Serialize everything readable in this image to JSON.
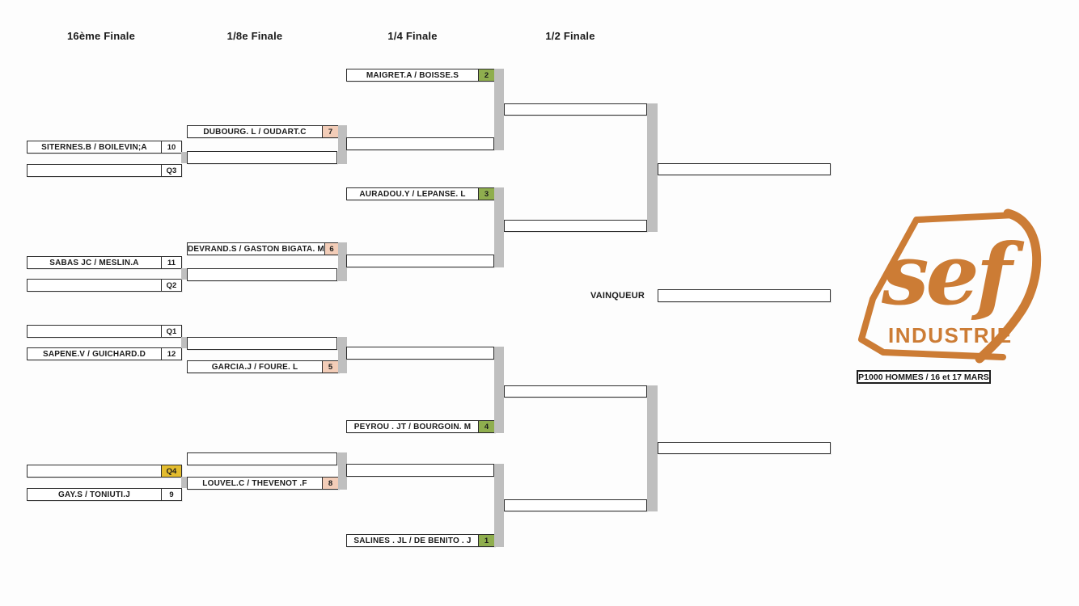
{
  "headers": [
    "16ème Finale",
    "1/8e Finale",
    "1/4 Finale",
    "1/2 Finale"
  ],
  "round16": {
    "boxes": [
      {
        "team": "SITERNES.B / BOILEVIN;A",
        "seed": "10",
        "tone": "plain"
      },
      {
        "team": "",
        "seed": "Q3",
        "tone": "plain"
      },
      {
        "team": "SABAS JC / MESLIN.A",
        "seed": "11",
        "tone": "plain"
      },
      {
        "team": "",
        "seed": "Q2",
        "tone": "plain"
      },
      {
        "team": "",
        "seed": "Q1",
        "tone": "plain"
      },
      {
        "team": "SAPENE.V / GUICHARD.D",
        "seed": "12",
        "tone": "plain"
      },
      {
        "team": "",
        "seed": "Q4",
        "tone": "gold"
      },
      {
        "team": "GAY.S / TONIUTI.J",
        "seed": "9",
        "tone": "plain"
      }
    ]
  },
  "round8": {
    "boxes": [
      {
        "team": "DUBOURG. L / OUDART.C",
        "seed": "7",
        "tone": "salmon"
      },
      {
        "team": ""
      },
      {
        "team": "DEVRAND.S / GASTON BIGATA. M",
        "seed": "6",
        "tone": "salmon"
      },
      {
        "team": ""
      },
      {
        "team": ""
      },
      {
        "team": "GARCIA.J / FOURE. L",
        "seed": "5",
        "tone": "salmon"
      },
      {
        "team": ""
      },
      {
        "team": "LOUVEL.C / THEVENOT .F",
        "seed": "8",
        "tone": "salmon"
      }
    ]
  },
  "round4": {
    "boxes": [
      {
        "team": "MAIGRET.A / BOISSE.S",
        "seed": "2",
        "tone": "green"
      },
      {
        "team": ""
      },
      {
        "team": "AURADOU.Y / LEPANSE. L",
        "seed": "3",
        "tone": "green"
      },
      {
        "team": ""
      },
      {
        "team": ""
      },
      {
        "team": "PEYROU . JT / BOURGOIN. M",
        "seed": "4",
        "tone": "green"
      },
      {
        "team": ""
      },
      {
        "team": "SALINES . JL / DE BENITO . J",
        "seed": "1",
        "tone": "green"
      }
    ]
  },
  "semis": {
    "boxes": [
      {
        "team": ""
      },
      {
        "team": ""
      },
      {
        "team": ""
      },
      {
        "team": ""
      }
    ]
  },
  "final": {
    "boxes": [
      {
        "team": ""
      },
      {
        "team": ""
      }
    ],
    "winner_label": "VAINQUEUR",
    "winner_value": ""
  },
  "sponsor": {
    "name": "sef",
    "tagline": "INDUSTRIE",
    "event": "P1000 HOMMES / 16 et 17 MARS"
  },
  "colors": {
    "seed-green": "#8fae4e",
    "seed-salmon": "#f3cdb8",
    "seed-gold": "#e3bc2e",
    "bar-gray": "#bfbfbf",
    "border-dark": "#2e2e2e",
    "logo-orange": "#cc7c35"
  }
}
